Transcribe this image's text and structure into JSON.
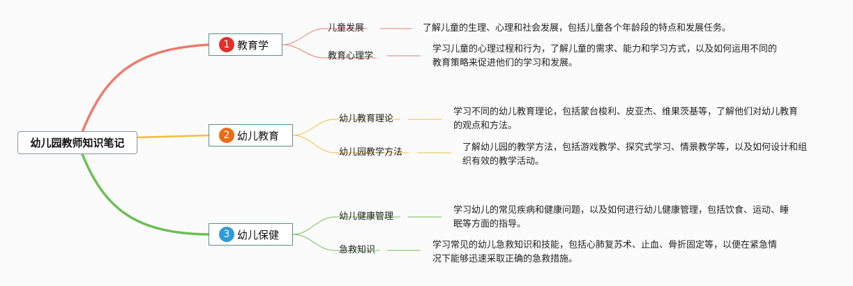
{
  "root": {
    "label": "幼儿园教师知识笔记"
  },
  "colors": {
    "edge_1": "#ef7a6a",
    "edge_2": "#f3bc3a",
    "edge_3": "#6bbf55",
    "badge_1": "#e0302a",
    "badge_2": "#ea6b16",
    "badge_3": "#2f9ad9",
    "node_border": "#5a8e88",
    "root_border": "#8a8fa8"
  },
  "branches": [
    {
      "number": "1",
      "label": "教育学",
      "children": [
        {
          "label": "儿童发展",
          "desc": "了解儿童的生理、心理和社会发展，包括儿童各个年龄段的特点和发展任务。"
        },
        {
          "label": "教育心理学",
          "desc": "学习儿童的心理过程和行为，了解儿童的需求、能力和学习方式，以及如何运用不同的教育策略来促进他们的学习和发展。"
        }
      ]
    },
    {
      "number": "2",
      "label": "幼儿教育",
      "children": [
        {
          "label": "幼儿教育理论",
          "desc": "学习不同的幼儿教育理论，包括蒙台梭利、皮亚杰、维果茨基等，了解他们对幼儿教育的观点和方法。"
        },
        {
          "label": "幼儿园教学方法",
          "desc": "了解幼儿园的教学方法，包括游戏教学、探究式学习、情景教学等，以及如何设计和组织有效的教学活动。"
        }
      ]
    },
    {
      "number": "3",
      "label": "幼儿保健",
      "children": [
        {
          "label": "幼儿健康管理",
          "desc": "学习幼儿的常见疾病和健康问题，以及如何进行幼儿健康管理，包括饮食、运动、睡眠等方面的指导。"
        },
        {
          "label": "急救知识",
          "desc": "学习常见的幼儿急救知识和技能，包括心肺复苏术、止血、骨折固定等，以便在紧急情况下能够迅速采取正确的急救措施。"
        }
      ]
    }
  ]
}
